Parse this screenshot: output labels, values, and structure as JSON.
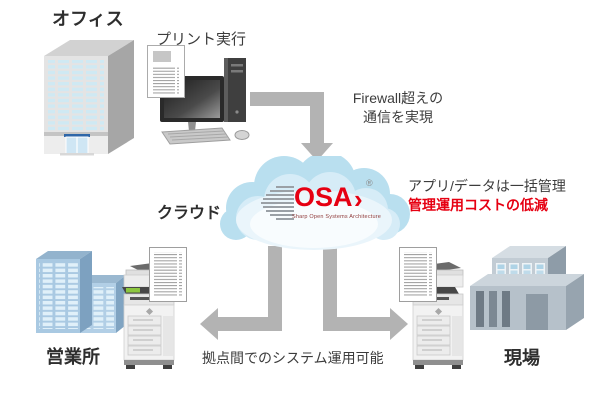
{
  "labels": {
    "office": "オフィス",
    "print_action": "プリント実行",
    "cloud": "クラウド",
    "branch_office": "営業所",
    "site": "現場"
  },
  "annotations": {
    "firewall": [
      "Firewall超えの",
      "通信を実現"
    ],
    "management": [
      "アプリ/データは一括管理",
      "管理運用コストの低減"
    ],
    "inter_site": "拠点間でのシステム運用可能"
  },
  "logo": {
    "name": "OSA",
    "arrow": "›",
    "registered": "®",
    "tagline": "Sharp Open Systems Architecture"
  },
  "colors": {
    "accent_red": "#e60012",
    "arrow_gray": "#b3b3b3",
    "text": "#3c3c3c",
    "cloud_blue_outer": "#b9dfef",
    "cloud_blue_inner": "#d6ecf7"
  },
  "illustrations": [
    "office-building-illustration",
    "desktop-computer-illustration",
    "printed-document-illustration",
    "cloud-illustration",
    "branch-office-buildings-illustration",
    "multifunction-printer-illustration",
    "factory-building-illustration"
  ]
}
